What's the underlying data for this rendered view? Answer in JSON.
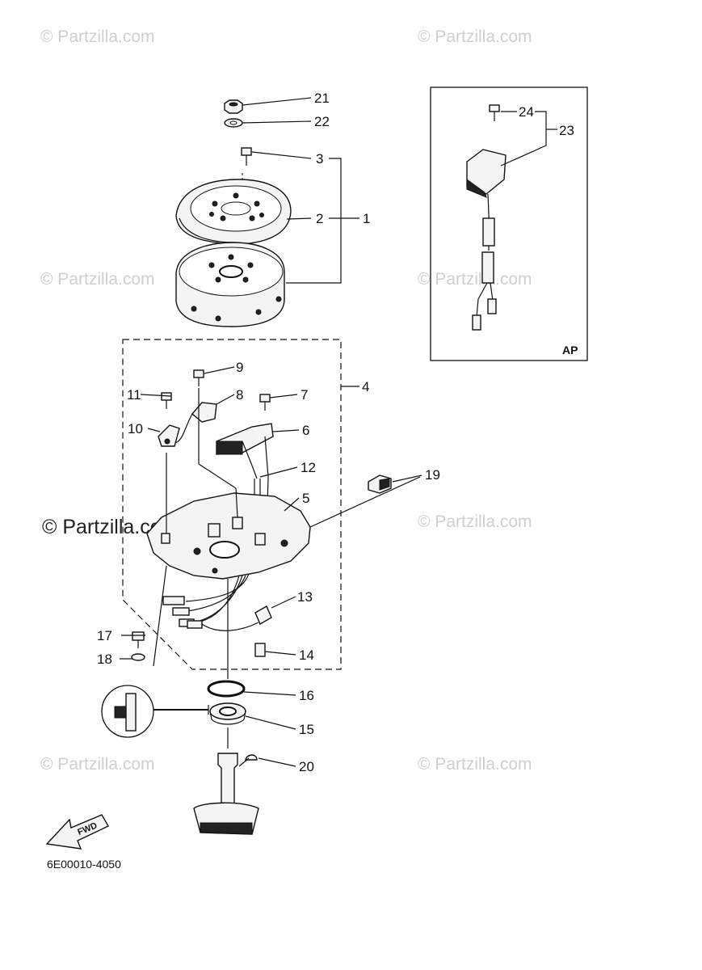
{
  "watermarks": {
    "brand": "© Partzilla.com"
  },
  "callouts": {
    "c1": "1",
    "c2": "2",
    "c3": "3",
    "c4": "4",
    "c5": "5",
    "c6": "6",
    "c7": "7",
    "c8": "8",
    "c9": "9",
    "c10": "10",
    "c11": "11",
    "c12": "12",
    "c13": "13",
    "c14": "14",
    "c15": "15",
    "c16": "16",
    "c17": "17",
    "c18": "18",
    "c19": "19",
    "c20": "20",
    "c21": "21",
    "c22": "22",
    "c23": "23",
    "c24": "24"
  },
  "inset": {
    "label": "AP"
  },
  "direction": {
    "label": "FWD"
  },
  "diagram_code": "6E00010-4050"
}
